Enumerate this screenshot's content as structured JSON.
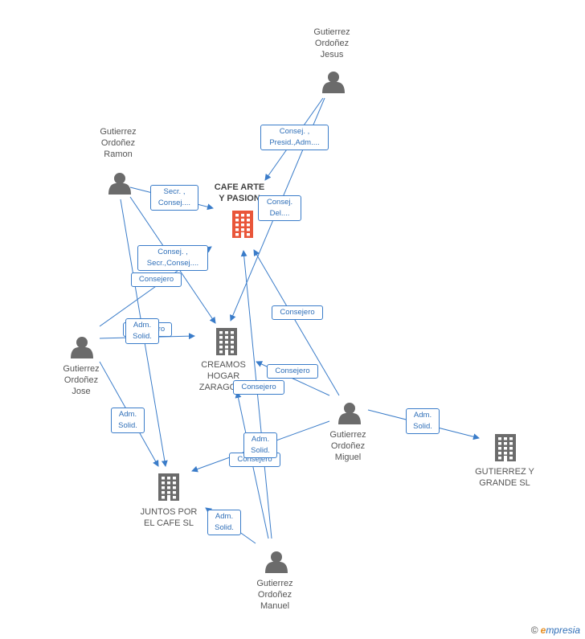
{
  "colors": {
    "edge": "#3a7cc9",
    "person": "#6b6b6b",
    "company": "#6b6b6b",
    "main_company": "#e9563a"
  },
  "nodes": {
    "jesus": {
      "type": "person",
      "label": "Gutierrez Ordoñez Jesus"
    },
    "ramon": {
      "type": "person",
      "label": "Gutierrez Ordoñez Ramon"
    },
    "jose": {
      "type": "person",
      "label": "Gutierrez Ordoñez Jose"
    },
    "miguel": {
      "type": "person",
      "label": "Gutierrez Ordoñez Miguel"
    },
    "manuel": {
      "type": "person",
      "label": "Gutierrez Ordoñez Manuel"
    },
    "cafe": {
      "type": "main",
      "label": "CAFE ARTE Y PASION"
    },
    "creamos": {
      "type": "company",
      "label": "CREAMOS HOGAR ZARAGOZA"
    },
    "juntos": {
      "type": "company",
      "label": "JUNTOS POR EL CAFE SL"
    },
    "gyg": {
      "type": "company",
      "label": "GUTIERREZ Y GRANDE SL"
    }
  },
  "edge_labels": {
    "jesus_cafe": "Consej. , Presid.,Adm....",
    "jesus_creamos": "Consej. Del....",
    "ramon_cafe": "Secr. , Consej....",
    "ramon_creamos": "Consej. , Secr.,Consej....",
    "jose_cafe": "Consejero",
    "jose_creamos_a": "Adm. Solid.",
    "jose_creamos_b": "Consejero",
    "jose_juntos": "Adm. Solid.",
    "miguel_cafe": "Consejero",
    "miguel_creamos": "Consejero",
    "miguel_gyg": "Adm. Solid.",
    "miguel_juntos_a": "Adm. Solid.",
    "miguel_juntos_b": "Consejero",
    "manuel_cafe": "Consejero",
    "manuel_juntos": "Adm. Solid."
  },
  "brand": {
    "copyright": "©",
    "name_initial": "e",
    "name_rest": "mpresia"
  }
}
